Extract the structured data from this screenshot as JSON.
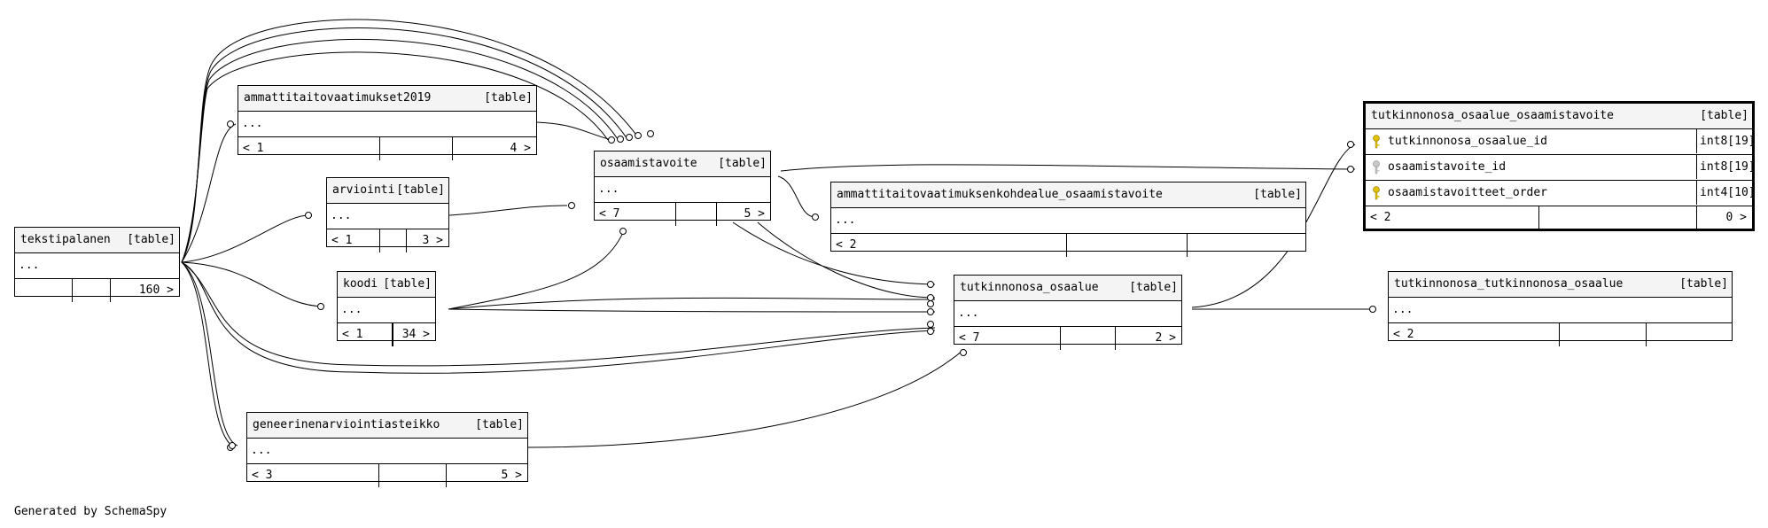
{
  "caption": "Generated by SchemaSpy",
  "tables": {
    "tekstipalanen": {
      "name": "tekstipalanen",
      "tag": "[table]",
      "placeholder": "...",
      "footer": [
        "",
        "",
        "160 >"
      ]
    },
    "ammattitaitovaatimukset2019": {
      "name": "ammattitaitovaatimukset2019",
      "tag": "[table]",
      "placeholder": "...",
      "footer": [
        "< 1",
        "",
        "4 >"
      ]
    },
    "arviointi": {
      "name": "arviointi",
      "tag": "[table]",
      "placeholder": "...",
      "footer": [
        "< 1",
        "",
        "3 >"
      ]
    },
    "koodi": {
      "name": "koodi",
      "tag": "[table]",
      "placeholder": "...",
      "footer": [
        "< 1",
        "",
        "34 >"
      ]
    },
    "geneerinenarviointiasteikko": {
      "name": "geneerinenarviointiasteikko",
      "tag": "[table]",
      "placeholder": "...",
      "footer": [
        "< 3",
        "",
        "5 >"
      ]
    },
    "osaamistavoite": {
      "name": "osaamistavoite",
      "tag": "[table]",
      "placeholder": "...",
      "footer": [
        "< 7",
        "",
        "5 >"
      ]
    },
    "ammattitaitovaatimuksenkohdealue_osaamistavoite": {
      "name": "ammattitaitovaatimuksenkohdealue_osaamistavoite",
      "tag": "[table]",
      "placeholder": "...",
      "footer": [
        "< 2",
        "",
        ""
      ]
    },
    "tutkinnonosa_osaalue": {
      "name": "tutkinnonosa_osaalue",
      "tag": "[table]",
      "placeholder": "...",
      "footer": [
        "< 7",
        "",
        "2 >"
      ]
    },
    "tutkinnonosa_osaalue_osaamistavoite": {
      "name": "tutkinnonosa_osaalue_osaamistavoite",
      "tag": "[table]",
      "columns": [
        {
          "name": "tutkinnonosa_osaalue_id",
          "type": "int8[19]",
          "key": "primary-key-icon",
          "key_color": "#e0c000"
        },
        {
          "name": "osaamistavoite_id",
          "type": "int8[19]",
          "key": "foreign-key-icon",
          "key_color": "#a8a8a8"
        },
        {
          "name": "osaamistavoitteet_order",
          "type": "int4[10]",
          "key": "primary-key-icon",
          "key_color": "#e0c000"
        }
      ],
      "footer": [
        "< 2",
        "",
        "0 >"
      ]
    },
    "tutkinnonosa_tutkinnonosa_osaalue": {
      "name": "tutkinnonosa_tutkinnonosa_osaalue",
      "tag": "[table]",
      "placeholder": "...",
      "footer": [
        "< 2",
        "",
        ""
      ]
    }
  }
}
